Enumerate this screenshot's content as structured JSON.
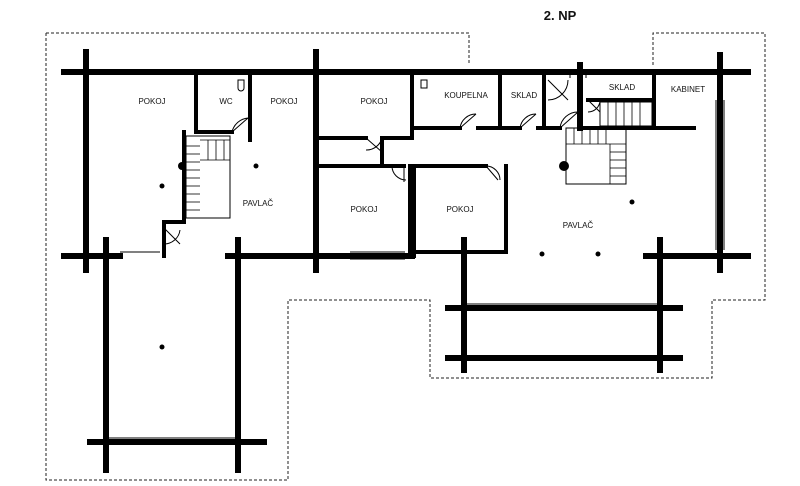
{
  "title": "2. NP",
  "rooms": {
    "pokoj_1": "POKOJ",
    "wc": "WC",
    "pokoj_2": "POKOJ",
    "pokoj_3": "POKOJ",
    "koupelna": "KOUPELNA",
    "sklad_1": "SKLAD",
    "sklad_2": "SKLAD",
    "kabinet": "KABINET",
    "pavlac_1": "PAVLAČ",
    "pokoj_4": "POKOJ",
    "pokoj_5": "POKOJ",
    "pavlac_2": "PAVLAČ"
  }
}
